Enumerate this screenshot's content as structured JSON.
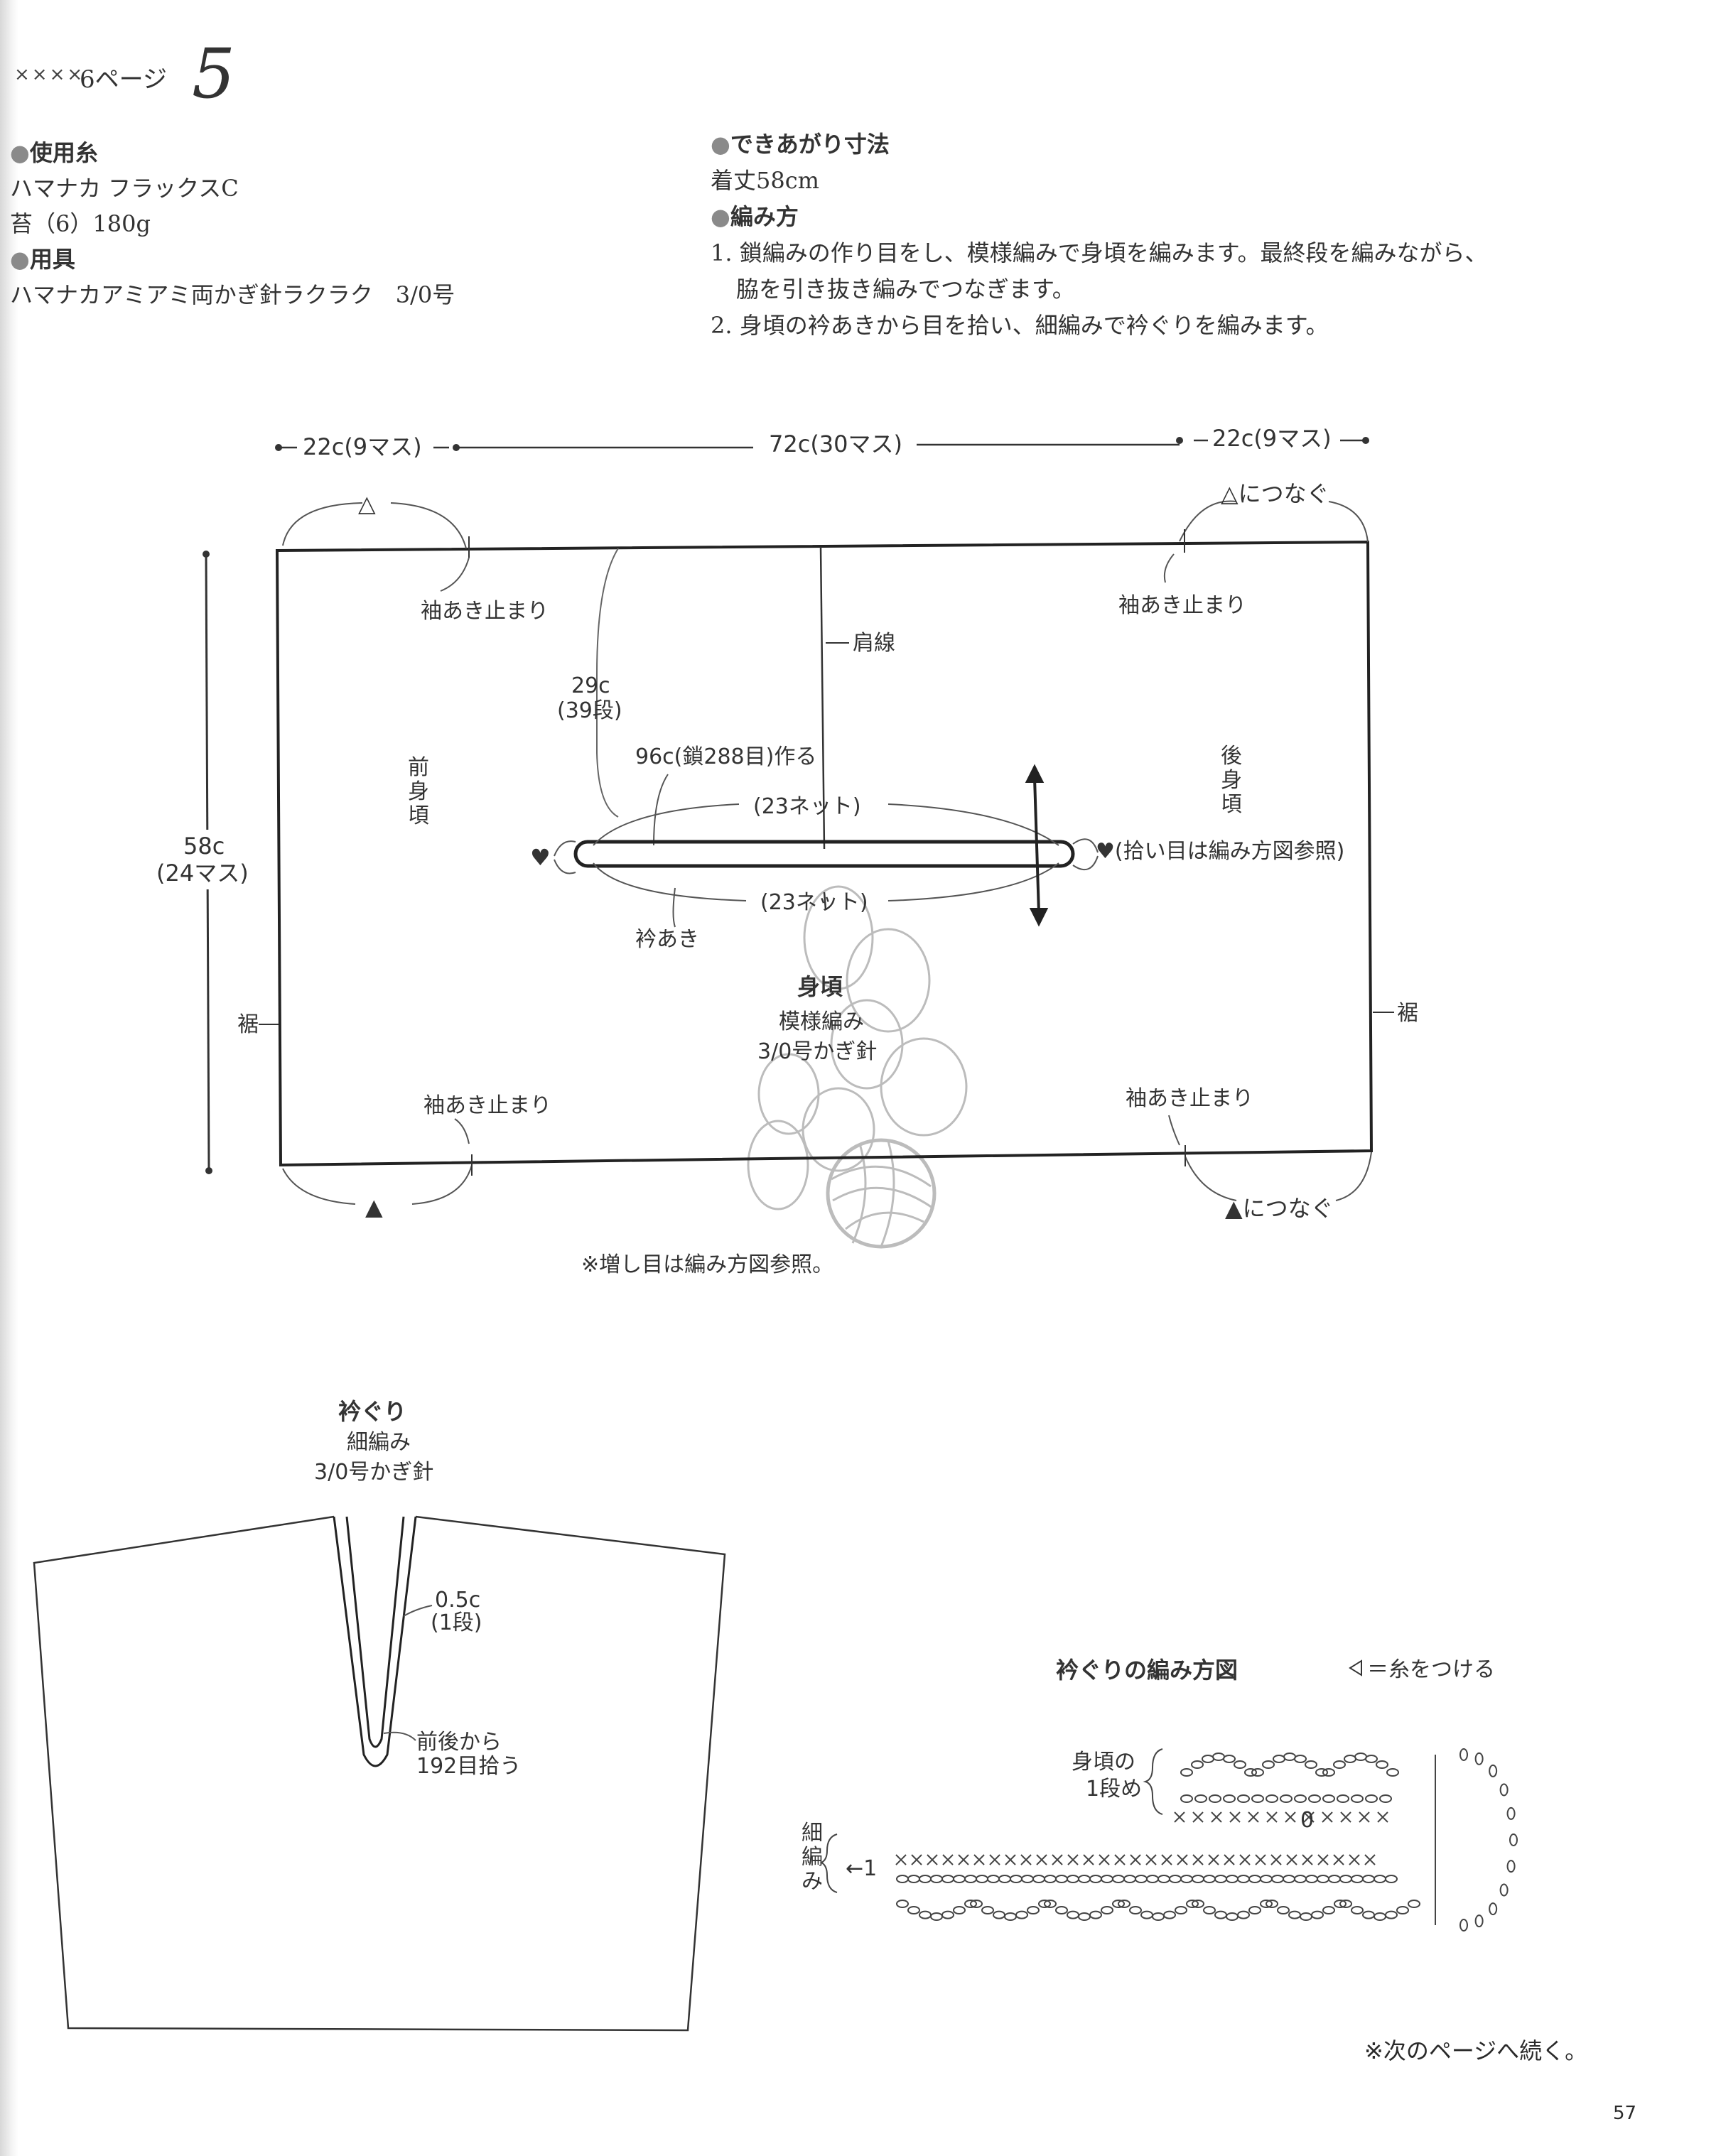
{
  "header": {
    "marks": "××××",
    "page_ref": "6ページ",
    "pattern_no": "5"
  },
  "materials": {
    "yarn_heading": "使用糸",
    "yarn_name": "ハマナカ フラックスC",
    "yarn_color_amount": "苔（6）180g",
    "tools_heading": "用具",
    "hook": "ハマナカアミアミ両かぎ針ラクラク　3/0号"
  },
  "spec": {
    "size_heading": "できあがり寸法",
    "length": "着丈58cm",
    "method_heading": "編み方",
    "step1_line1": "1. 鎖編みの作り目をし、模様編みで身頃を編みます。最終段を編みながら、",
    "step1_line2": "脇を引き抜き編みでつなぎます。",
    "step2": "2. 身頃の衿あきから目を拾い、細編みで衿ぐりを編みます。"
  },
  "body_diagram": {
    "dim_left": "22c(9マス)",
    "dim_center": "72c(30マス)",
    "dim_right": "22c(9マス)",
    "tri_open": "△",
    "tri_open_join": "△につなぐ",
    "tri_filled": "▲",
    "tri_filled_join": "▲につなぐ",
    "sleeve_stop": "袖あき止まり",
    "shoulder_line": "肩線",
    "height_cm": "29c",
    "height_rows": "(39段)",
    "chain_cast": "96c(鎖288目)作る",
    "net_top": "(23ネット)",
    "net_bottom": "(23ネット)",
    "heart": "♥",
    "heart_note": "♥(拾い目は編み方図参照)",
    "front_label": "前身頃",
    "back_label": "後身頃",
    "side_height_cm": "58c",
    "side_height_squares": "(24マス)",
    "hem": "裾",
    "neck_opening": "衿あき",
    "main_title": "身頃",
    "main_stitch": "模様編み",
    "main_hook": "3/0号かぎ針",
    "increase_note": "※増し目は編み方図参照。"
  },
  "collar": {
    "title": "衿ぐり",
    "stitch": "細編み",
    "hook": "3/0号かぎ針",
    "width_cm": "0.5c",
    "width_rows": "(1段)",
    "pickup_line1": "前後から",
    "pickup_line2": "192目拾う"
  },
  "chart": {
    "title": "衿ぐりの編み方図",
    "legend": "＝糸をつける",
    "row_label_1": "身頃の",
    "row_label_2": "1段め",
    "side_label": "細編み",
    "arrow": "←1",
    "zero_mark": "0"
  },
  "footer": {
    "continued": "※次のページへ続く。",
    "page_number": "57"
  }
}
